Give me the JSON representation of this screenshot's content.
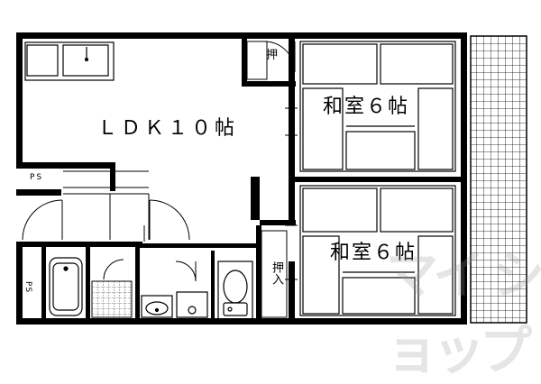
{
  "rooms": {
    "ldk": "ＬＤＫ１０帖",
    "washitsu_upper": "和室６帖",
    "washitsu_lower": "和室６帖"
  },
  "labels": {
    "ps_upper": "PS",
    "ps_lower": "PS",
    "closet_upper": "押",
    "closet_lower": "押入"
  },
  "watermark": "マイ ショップ",
  "colors": {
    "wall": "#000000",
    "line": "#000000",
    "background": "#ffffff"
  }
}
